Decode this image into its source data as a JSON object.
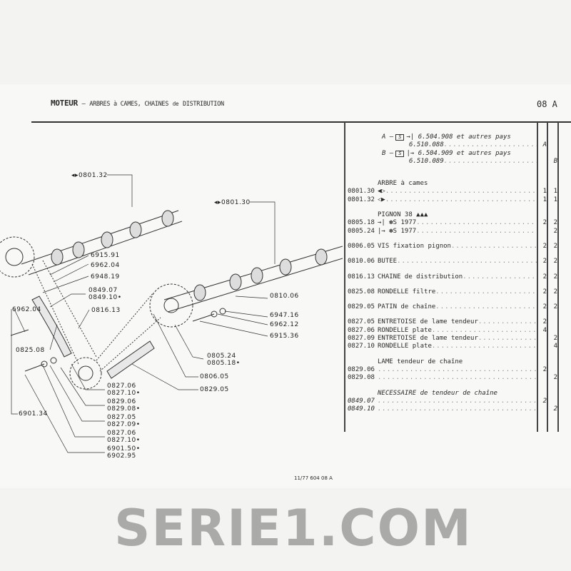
{
  "header": {
    "title": "MOTEUR",
    "separator": "–",
    "subtitle_1": "ARBRES à CAMES, CHAINES",
    "subtitle_de": "de",
    "subtitle_2": "DISTRIBUTION",
    "page": "08 A"
  },
  "variants": [
    {
      "prefix": "A –",
      "box": "S",
      "arrow": "→|",
      "line1": "6.504.908 et autres pays",
      "line2": "6.510.088",
      "col": "A"
    },
    {
      "prefix": "B –",
      "box": "S",
      "arrow": "|→",
      "line1": "6.504.909 et autres pays",
      "line2": "6.510.089",
      "col": "B"
    }
  ],
  "parts": {
    "arbre": {
      "title": "ARBRE à cames",
      "rows": [
        {
          "code": "0801.30",
          "text": "◀▷",
          "qa": "1",
          "qb": "1"
        },
        {
          "code": "0801.32",
          "text": "◁▶",
          "qa": "1",
          "qb": "1"
        }
      ]
    },
    "pignon": {
      "title": "PIGNON 38 ▲▲▲",
      "rows": [
        {
          "code": "0805.18",
          "text": "→| ✽S 1977",
          "qa": "2",
          "qb": "2"
        },
        {
          "code": "0805.24",
          "text": "|→ ✽S 1977",
          "qa": "",
          "qb": "2"
        }
      ]
    },
    "singles": [
      {
        "code": "0806.05",
        "text": "VIS fixation pignon",
        "qa": "2",
        "qb": "2"
      },
      {
        "code": "0810.06",
        "text": "BUTEE",
        "qa": "2",
        "qb": "2"
      },
      {
        "code": "0816.13",
        "text": "CHAINE de distribution",
        "qa": "2",
        "qb": "2"
      },
      {
        "code": "0825.08",
        "text": "RONDELLE filtre",
        "qa": "2",
        "qb": "2"
      },
      {
        "code": "0829.05",
        "text": "PATIN de chaîne",
        "qa": "2",
        "qb": "2"
      }
    ],
    "entretoise": [
      {
        "code": "0827.05",
        "text": "ENTRETOISE de lame tendeur",
        "qa": "2",
        "qb": ""
      },
      {
        "code": "0827.06",
        "text": "RONDELLE plate",
        "qa": "4",
        "qb": ""
      },
      {
        "code": "0827.09",
        "text": "ENTRETOISE de lame tendeur",
        "qa": "",
        "qb": "2"
      },
      {
        "code": "0827.10",
        "text": "RONDELLE plate",
        "qa": "",
        "qb": "4"
      }
    ],
    "lame": {
      "title": "LAME tendeur de chaîne",
      "rows": [
        {
          "code": "0829.06",
          "text": "",
          "qa": "2",
          "qb": ""
        },
        {
          "code": "0829.08",
          "text": "",
          "qa": "",
          "qb": "2"
        }
      ]
    },
    "necessaire": {
      "title": "NECESSAIRE de tendeur de chaîne",
      "rows": [
        {
          "code": "0849.07",
          "text": "",
          "qa": "2",
          "qb": ""
        },
        {
          "code": "0849.10",
          "text": "",
          "qa": "",
          "qb": "2"
        }
      ]
    }
  },
  "diagram_labels": {
    "l0801_32": "◂▸0801.32",
    "l0801_30": "◂▸0801.30",
    "l6915_91": "6915.91",
    "l6962_04a": "6962.04",
    "l6948_19": "6948.19",
    "l0849": "0849.07\n0849.10•",
    "l6962_04b": "6962.04",
    "l0816_13": "0816.13",
    "l0825_08": "0825.08",
    "l0810_06": "0810.06",
    "l6947_16": "6947.16",
    "l6962_12": "6962.12",
    "l6915_36": "6915.36",
    "l0805": "0805.24\n0805.18•",
    "l0806_05": "0806.05",
    "l0829_05": "0829.05",
    "l0827a": "0827.06\n0827.10•",
    "l0829b": "0829.06\n0829.08•",
    "l0827b": "0827.05\n0827.09•",
    "l0827c": "0827.06\n0827.10•",
    "l6901": "6901.50•\n6902.95",
    "l6901_34": "6901.34"
  },
  "footer": "11/77 604 08 A",
  "watermark": "SERIE1.COM"
}
